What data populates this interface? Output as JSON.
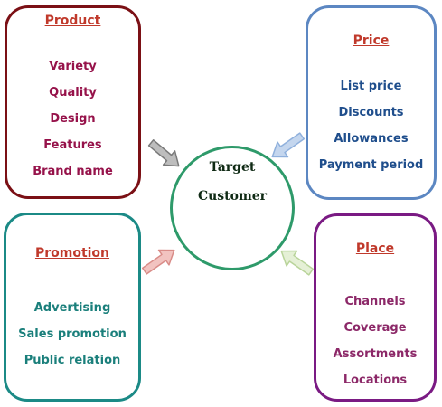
{
  "product": {
    "title": "Product",
    "items": [
      "Variety",
      "Quality",
      "Design",
      "Features",
      "Brand name"
    ]
  },
  "price": {
    "title": "Price",
    "items": [
      "List price",
      "Discounts",
      "Allowances",
      "Payment period"
    ]
  },
  "promotion": {
    "title": "Promotion",
    "items": [
      "Advertising",
      "Sales promotion",
      "Public relation"
    ]
  },
  "place": {
    "title": "Place",
    "items": [
      "Channels",
      "Coverage",
      "Assortments",
      "Locations"
    ]
  },
  "center": {
    "line1": "Target",
    "line2": "Customer"
  },
  "colors": {
    "product_border": "#7b1015",
    "price_border": "#5c87c2",
    "promotion_border": "#1b8a86",
    "place_border": "#7a1a83",
    "circle_border": "#2e9a6a",
    "title_text": "#c0392b",
    "arrow_product": "#8c8c8c",
    "arrow_price": "#a9c4e6",
    "arrow_promotion": "#e6a3a0",
    "arrow_place": "#cfe3b4"
  }
}
